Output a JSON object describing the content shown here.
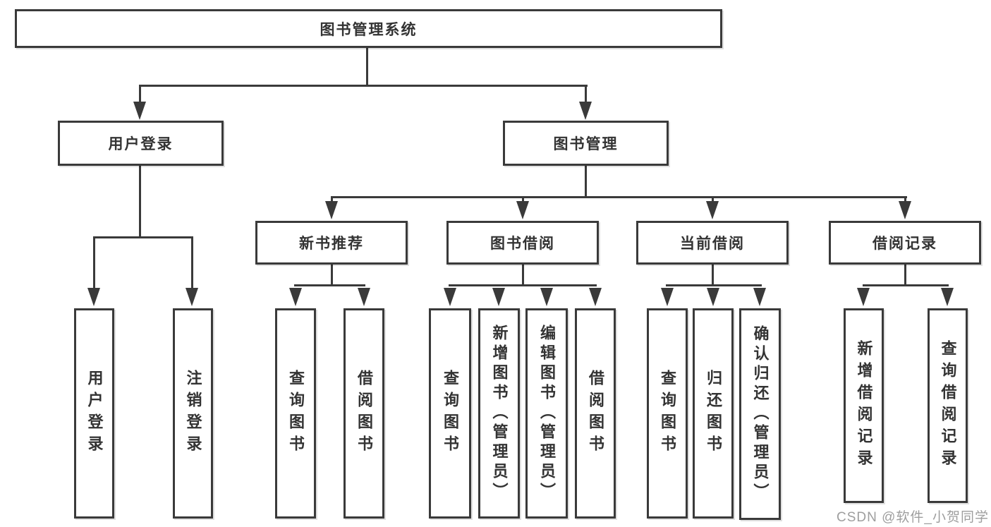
{
  "tree": {
    "root": {
      "label": "图书管理系统"
    },
    "level1": [
      {
        "label": "用户登录",
        "children": [
          {
            "label": "用户登录"
          },
          {
            "label": "注销登录"
          }
        ]
      },
      {
        "label": "图书管理",
        "children": [
          {
            "label": "新书推荐",
            "children": [
              {
                "label": "查询图书"
              },
              {
                "label": "借阅图书"
              }
            ]
          },
          {
            "label": "图书借阅",
            "children": [
              {
                "label": "查询图书"
              },
              {
                "label": "新增图书（管理员）"
              },
              {
                "label": "编辑图书（管理员）"
              },
              {
                "label": "借阅图书"
              }
            ]
          },
          {
            "label": "当前借阅",
            "children": [
              {
                "label": "查询图书"
              },
              {
                "label": "归还图书"
              },
              {
                "label": "确认归还（管理员）"
              }
            ]
          },
          {
            "label": "借阅记录",
            "children": [
              {
                "label": "新增借阅记录"
              },
              {
                "label": "查询借阅记录"
              }
            ]
          }
        ]
      }
    ]
  },
  "watermark": "CSDN @软件_小贺同学",
  "colors": {
    "line": "#3a3a3a",
    "text": "#333333",
    "background": "#ffffff",
    "watermark": "#9e9e9e"
  }
}
